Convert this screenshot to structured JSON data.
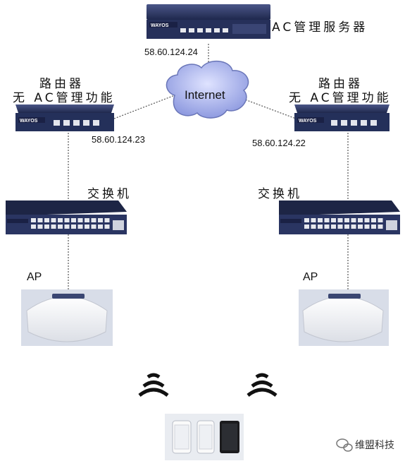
{
  "nodes": {
    "ac_server": {
      "label": "AC管理服务器",
      "ip": "58.60.124.24"
    },
    "internet": {
      "label": "Internet"
    },
    "router_left": {
      "label_line1": "路由器",
      "label_line2": "无 AC管理功能",
      "ip": "58.60.124.23"
    },
    "router_right": {
      "label_line1": "路由器",
      "label_line2": "无 AC管理功能",
      "ip": "58.60.124.22"
    },
    "switch_left": {
      "label": "交换机"
    },
    "switch_right": {
      "label": "交换机"
    },
    "ap_left": {
      "label": "AP"
    },
    "ap_right": {
      "label": "AP"
    }
  },
  "device_brand": "WAYOS",
  "watermark": "维盟科技",
  "colors": {
    "device_body": "#2e3a66",
    "device_body_dark": "#1d2545",
    "cloud_fill": "#aab4ee",
    "cloud_stroke": "#6a76b8",
    "ap_white": "#f4f5f7",
    "ap_bg": "#d8dde8",
    "link": "#555555"
  }
}
